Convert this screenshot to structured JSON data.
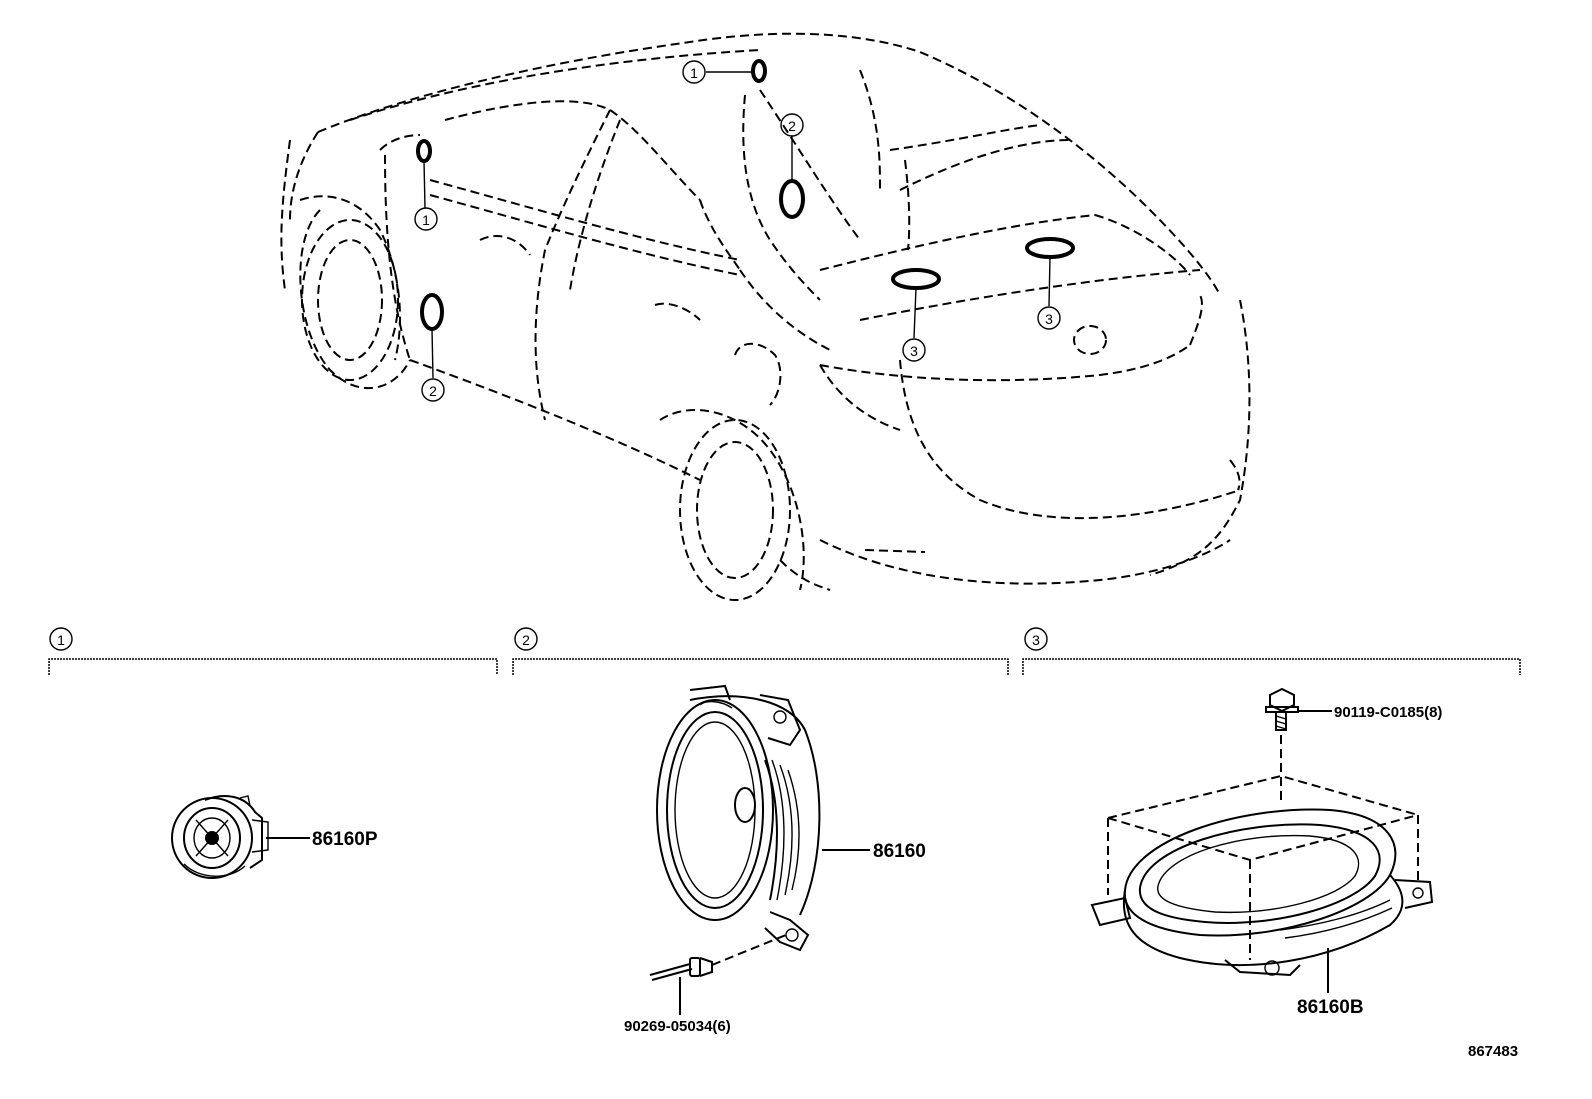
{
  "diagram_id": "867483",
  "callouts": {
    "c1": "1",
    "c2": "2",
    "c3": "3"
  },
  "parts": {
    "tweeter": "86160P",
    "front_speaker": "86160",
    "rivet": "90269-05034(6)",
    "rear_speaker": "86160B",
    "screw": "90119-C0185(8)"
  },
  "sections": [
    {
      "number": "1"
    },
    {
      "number": "2"
    },
    {
      "number": "3"
    }
  ]
}
